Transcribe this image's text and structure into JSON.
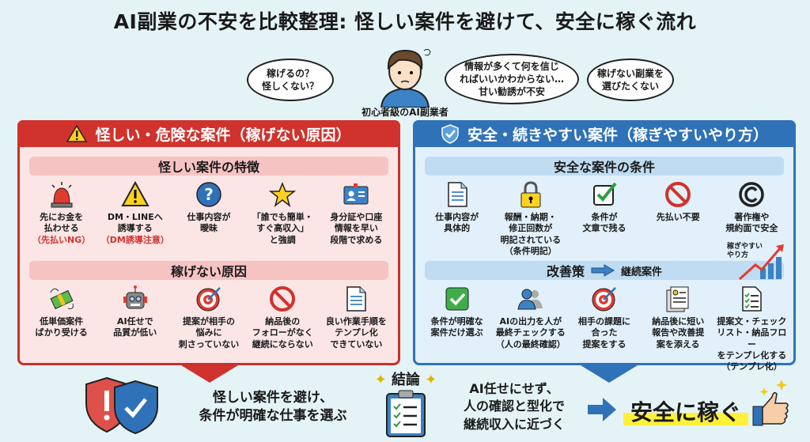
{
  "title": "AI副業の不安を比較整理: 怪しい案件を避けて、安全に稼ぐ流れ",
  "persona": {
    "bubbles": [
      "稼げるの？\n怪しくない？",
      "情報が多くて何を信じ\nればいいかわからない…\n甘い勧誘が不安",
      "稼げない副業を\n選びたくない"
    ],
    "caption": "初心者級のAI副業者"
  },
  "left": {
    "header": "怪しい・危険な案件（稼げない原因）",
    "sub1": "怪しい案件の特徴",
    "items1": [
      {
        "icon": "siren-icon",
        "text": "先にお金を\n払わせる",
        "note": "（先払いNG）"
      },
      {
        "icon": "warning-icon",
        "text": "DM・LINEへ\n誘導する",
        "note": "（DM誘導注意）"
      },
      {
        "icon": "question-icon",
        "text": "仕事内容が\n曖昧"
      },
      {
        "icon": "star-icon",
        "text": "「誰でも簡単・\nすぐ高収入」\nと強調"
      },
      {
        "icon": "id-card-icon",
        "text": "身分証や口座\n情報を早い\n段階で求める"
      }
    ],
    "sub2": "稼げない原因",
    "items2": [
      {
        "icon": "flying-money-icon",
        "text": "低単価案件\nばかり受ける"
      },
      {
        "icon": "robot-icon",
        "text": "AI任せで\n品質が低い"
      },
      {
        "icon": "target-icon",
        "text": "提案が相手の\n悩みに\n刺さっていない"
      },
      {
        "icon": "prohibited-icon",
        "text": "納品後の\nフォローがなく\n継続にならない"
      },
      {
        "icon": "document-icon",
        "text": "良い作業手順を\nテンプレ化\nできていない"
      }
    ]
  },
  "right": {
    "header": "安全・続きやすい案件（稼ぎやすいやり方）",
    "sub1": "安全な案件の条件",
    "items1": [
      {
        "icon": "document-icon",
        "text": "仕事内容が\n具体的"
      },
      {
        "icon": "lock-icon",
        "text": "報酬・納期・\n修正回数が\n明記されている\n（条件明記）"
      },
      {
        "icon": "checkbox-icon",
        "text": "条件が\n文章で残る"
      },
      {
        "icon": "prohibited-icon",
        "text": "先払い不要"
      },
      {
        "icon": "copyright-icon",
        "text": "著作権や\n規約面で安全"
      }
    ],
    "sub2": "改善策",
    "sub2_target": "継続案件",
    "growth_label": "稼ぎやすい\nやり方",
    "items2": [
      {
        "icon": "green-check-icon",
        "text": "条件が明確な\n案件だけ選ぶ"
      },
      {
        "icon": "people-icon",
        "text": "AIの出力を人が\n最終チェックする\n（人の最終確認）"
      },
      {
        "icon": "target-icon",
        "text": "相手の課題に\n合った\n提案をする"
      },
      {
        "icon": "report-icon",
        "text": "納品後に短い\n報告や改善提\n案を添える"
      },
      {
        "icon": "checklist-icon",
        "text": "提案文・チェック\nリスト・納品フロー\nをテンプレ化する\n（テンプレ化）"
      }
    ]
  },
  "bottom": {
    "left_text": "怪しい案件を避け、\n条件が明確な仕事を選ぶ",
    "conclusion_label": "結論",
    "center_text": "AI任せにせず、\n人の確認と型化で\n継続収入に近づく",
    "result": "安全に稼ぐ"
  },
  "colors": {
    "red": "#d0322d",
    "blue": "#2f72b8",
    "highlight": "#fff03a",
    "background": "#e4f3f6"
  }
}
